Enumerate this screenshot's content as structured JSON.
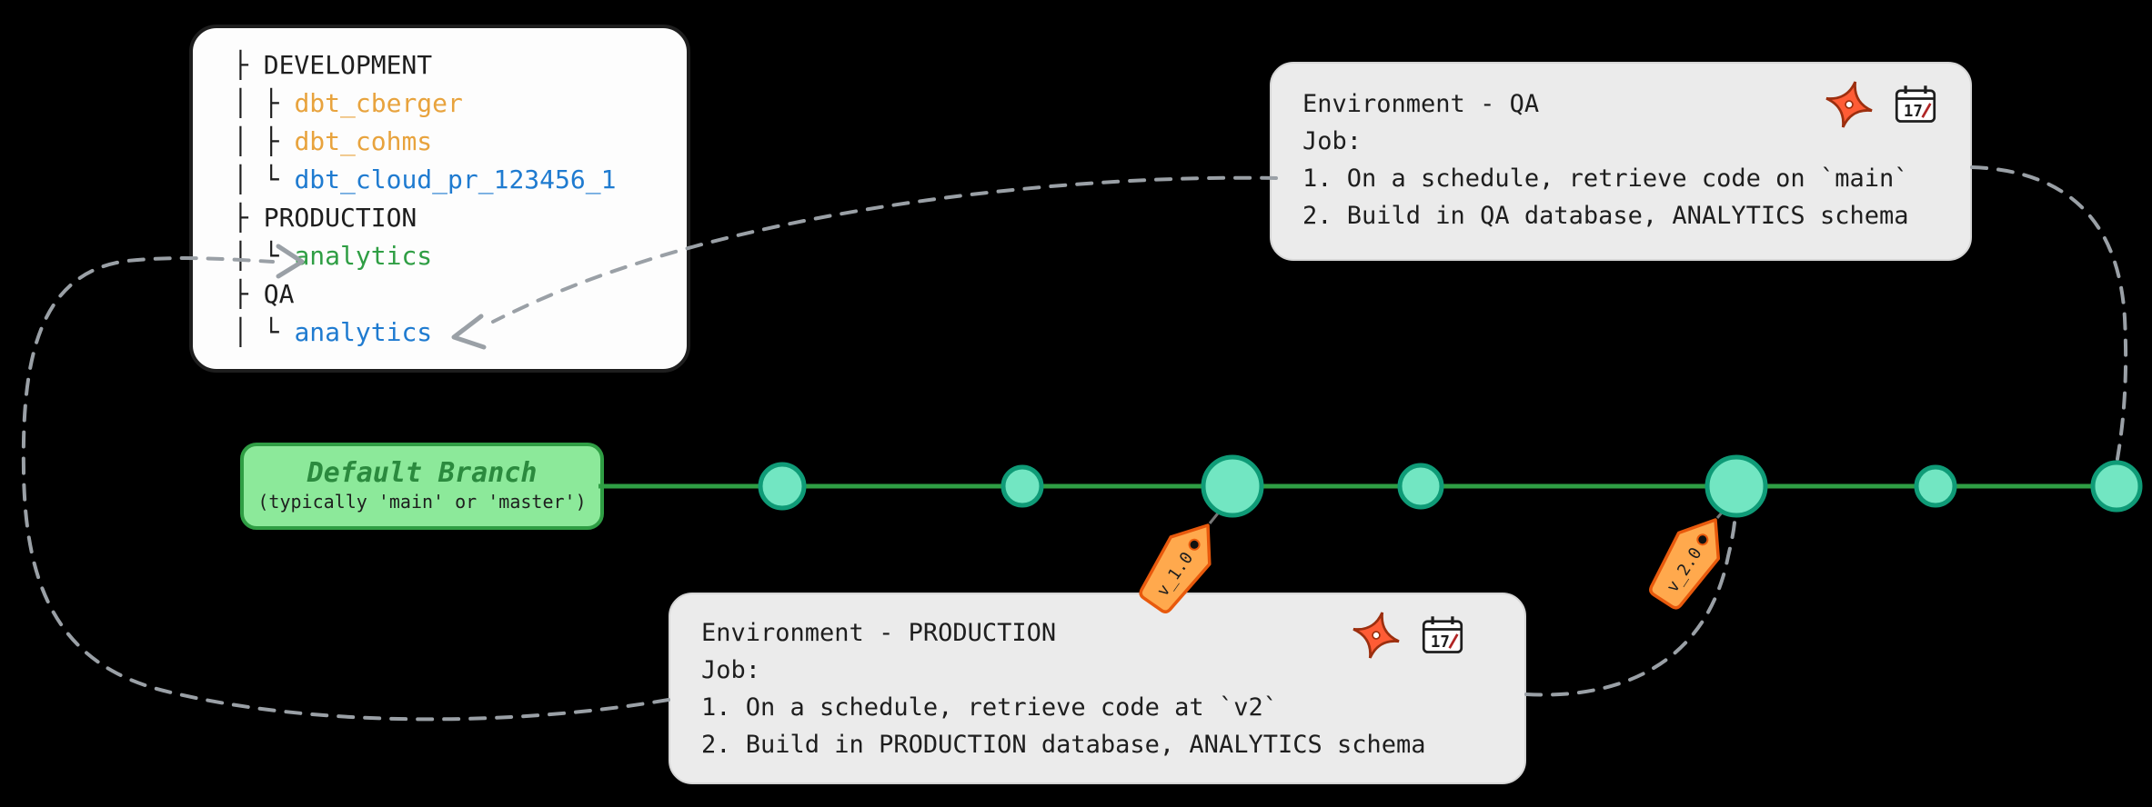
{
  "tree_panel": {
    "rows": [
      {
        "prefix": "├ ",
        "label": "DEVELOPMENT"
      },
      {
        "prefix": "│ ├ ",
        "label": "dbt_cberger"
      },
      {
        "prefix": "│ ├ ",
        "label": "dbt_cohms"
      },
      {
        "prefix": "│ └ ",
        "label": "dbt_cloud_pr_123456_1"
      },
      {
        "prefix": "├ ",
        "label": "PRODUCTION"
      },
      {
        "prefix": "│ └ ",
        "label": "analytics"
      },
      {
        "prefix": "├ ",
        "label": "QA"
      },
      {
        "prefix": "│ └ ",
        "label": "analytics"
      }
    ]
  },
  "qa_card": {
    "title": "Environment - QA",
    "job_label": "Job:",
    "step1": "1. On a schedule, retrieve code on `main`",
    "step2": "2. Build in QA database, ANALYTICS schema"
  },
  "production_card": {
    "title": "Environment - PRODUCTION",
    "job_label": "Job:",
    "step1": "1. On a schedule, retrieve code at `v2`",
    "step2": "2. Build in PRODUCTION database, ANALYTICS schema"
  },
  "default_branch": {
    "title": "Default Branch",
    "subtitle": "(typically 'main' or 'master')"
  },
  "tags": {
    "tag1": "v_1.0",
    "tag2": "v_2.0"
  },
  "calendar": {
    "day": "17"
  },
  "colors": {
    "background": "#000000",
    "branch_line_green": "#2f9e44",
    "branch_pill_fill": "#8ce99a",
    "commit_fill": "#72e6c2",
    "commit_stroke": "#0f9b77",
    "tag_fill": "#ffa94d",
    "tag_stroke": "#e8590c",
    "connector_gray": "#9aa0a6",
    "dev_user_amber": "#e8a33d",
    "schema_blue": "#1f7bd0",
    "schema_green": "#2f9e44",
    "text_dark": "#1e1e1e",
    "card_bg": "#ebebeb",
    "dbt_orange": "#ff5c35"
  }
}
